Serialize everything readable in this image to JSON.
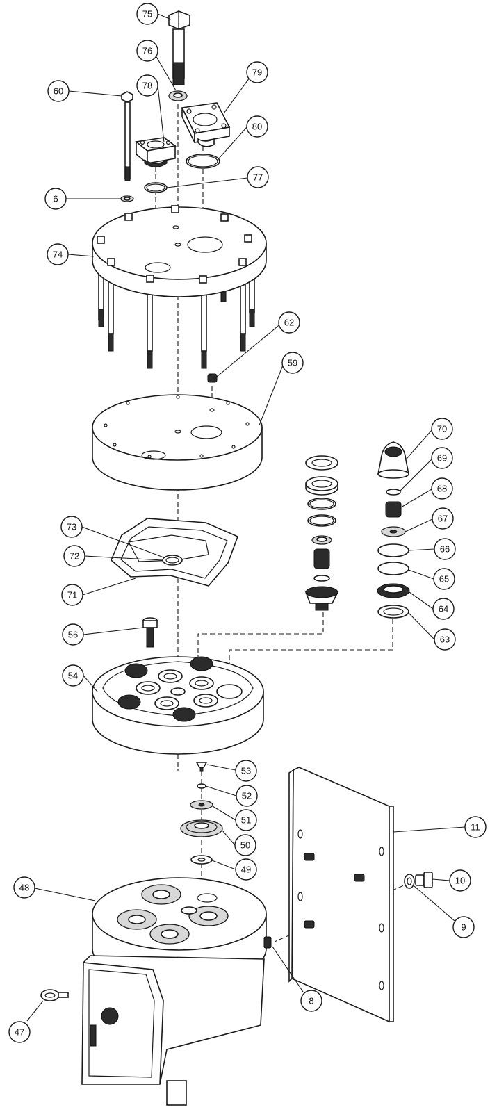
{
  "callouts": [
    {
      "id": "c75",
      "label": "75"
    },
    {
      "id": "c76",
      "label": "76"
    },
    {
      "id": "c78",
      "label": "78"
    },
    {
      "id": "c79",
      "label": "79"
    },
    {
      "id": "c60",
      "label": "60"
    },
    {
      "id": "c80",
      "label": "80"
    },
    {
      "id": "c77",
      "label": "77"
    },
    {
      "id": "c6",
      "label": "6"
    },
    {
      "id": "c74",
      "label": "74"
    },
    {
      "id": "c62",
      "label": "62"
    },
    {
      "id": "c59",
      "label": "59"
    },
    {
      "id": "c70",
      "label": "70"
    },
    {
      "id": "c69",
      "label": "69"
    },
    {
      "id": "c68",
      "label": "68"
    },
    {
      "id": "c67",
      "label": "67"
    },
    {
      "id": "c66",
      "label": "66"
    },
    {
      "id": "c65",
      "label": "65"
    },
    {
      "id": "c64",
      "label": "64"
    },
    {
      "id": "c63",
      "label": "63"
    },
    {
      "id": "c73",
      "label": "73"
    },
    {
      "id": "c72",
      "label": "72"
    },
    {
      "id": "c71",
      "label": "71"
    },
    {
      "id": "c56",
      "label": "56"
    },
    {
      "id": "c54",
      "label": "54"
    },
    {
      "id": "c53",
      "label": "53"
    },
    {
      "id": "c52",
      "label": "52"
    },
    {
      "id": "c51",
      "label": "51"
    },
    {
      "id": "c50",
      "label": "50"
    },
    {
      "id": "c49",
      "label": "49"
    },
    {
      "id": "c11",
      "label": "11"
    },
    {
      "id": "c10",
      "label": "10"
    },
    {
      "id": "c9",
      "label": "9"
    },
    {
      "id": "c48",
      "label": "48"
    },
    {
      "id": "c8",
      "label": "8"
    },
    {
      "id": "c47",
      "label": "47"
    }
  ],
  "colors": {
    "line": "#1a1a1a",
    "fill": "#ffffff",
    "shade": "#d8d8d8",
    "dark": "#2b2b2b"
  }
}
